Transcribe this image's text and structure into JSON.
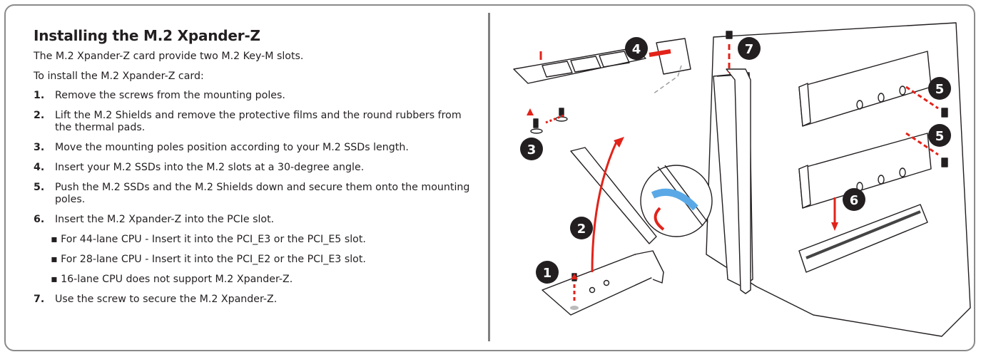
{
  "title": "Installing the M.2 Xpander-Z",
  "intro": "The M.2 Xpander-Z card provide two M.2 Key-M slots.",
  "lead": "To install the M.2 Xpander-Z card:",
  "steps": [
    {
      "num": "1.",
      "text": "Remove the screws from the mounting poles."
    },
    {
      "num": "2.",
      "text": "Lift the M.2 Shields and remove the protective films and the round rubbers from the thermal pads."
    },
    {
      "num": "3.",
      "text": "Move the mounting poles position according to your M.2 SSDs length."
    },
    {
      "num": "4.",
      "text": "Insert your M.2 SSDs into the M.2 slots at a 30-degree angle."
    },
    {
      "num": "5.",
      "text": "Push the M.2 SSDs and the M.2 Shields down and secure them onto the mounting poles."
    },
    {
      "num": "6.",
      "text": "Insert the M.2 Xpander-Z into the PCIe slot."
    },
    {
      "num": "7.",
      "text": "Use the screw to secure the M.2 Xpander-Z."
    }
  ],
  "subitems": [
    "▪ For 44-lane CPU - Insert it into the PCI_E3 or the PCI_E5 slot.",
    "▪ For 28-lane CPU - Insert it into the PCI_E2 or the PCI_E3 slot.",
    "▪ 16-lane CPU does not support M.2 Xpander-Z."
  ],
  "badges": [
    "1",
    "2",
    "3",
    "4",
    "5",
    "5",
    "6",
    "7"
  ],
  "colors": {
    "accent_red": "#e2231a",
    "badge_fill": "#231f20",
    "film_blue": "#5aa9e6",
    "frame_gray": "#8a8a8a"
  }
}
